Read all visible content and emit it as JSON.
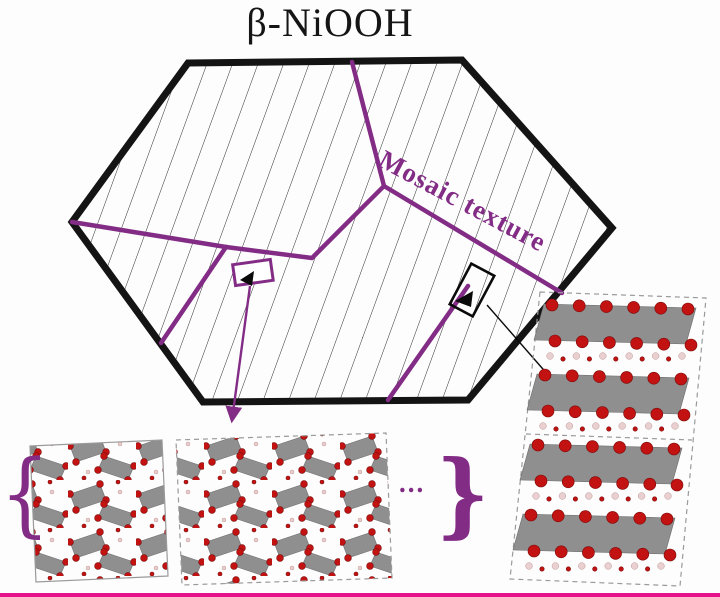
{
  "title": "β-NiOOH",
  "labels": {
    "mosaic_texture": "Mosaic texture",
    "ellipsis": "...",
    "brace_left": "{",
    "brace_right": "}"
  },
  "colors": {
    "accent_purple": "#832c86",
    "border_magenta": "#e8118c",
    "outline_black": "#141414",
    "hatch_line": "#2e2e2e",
    "slab_gray": "#8f8f8f",
    "slab_gray_dark": "#6e6e6e",
    "atom_red": "#c31212",
    "atom_pink": "#e9cfcf",
    "cell_border": "#9a9a9a"
  },
  "structures": {
    "layered_slab_count": 4
  }
}
